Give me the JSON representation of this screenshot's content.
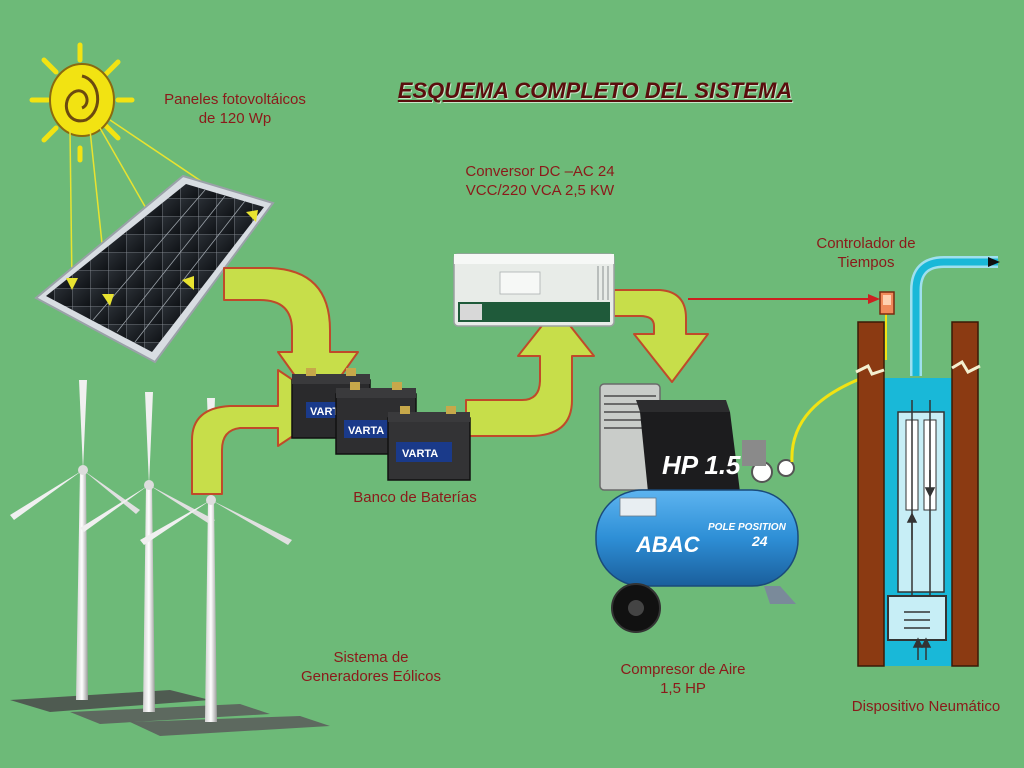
{
  "title": "ESQUEMA COMPLETO DEL SISTEMA",
  "labels": {
    "panels": "Paneles fotovoltáicos\nde 120 Wp",
    "inverter": "Conversor DC –AC 24\nVCC/220 VCA 2,5 KW",
    "timer": "Controlador de\nTiempos",
    "batteries": "Banco de Baterías",
    "wind": "Sistema de\nGeneradores Eólicos",
    "compressor": "Compresor de Aire\n1,5 HP",
    "pneumatic": "Dispositivo Neumático"
  },
  "branding": {
    "battery_brand": "VARTA",
    "compressor_rating": "HP 1.5",
    "compressor_model": "POLE POSITION",
    "compressor_size": "24",
    "compressor_brand": "ABAC"
  },
  "colors": {
    "background": "#6dba78",
    "label": "#8b1a1a",
    "arrow_fill": "#c7de4a",
    "arrow_stroke": "#c04a2a",
    "compressor_blue": "#2e8fd6",
    "well_brown": "#8b3a12",
    "water": "#19b8d8"
  }
}
